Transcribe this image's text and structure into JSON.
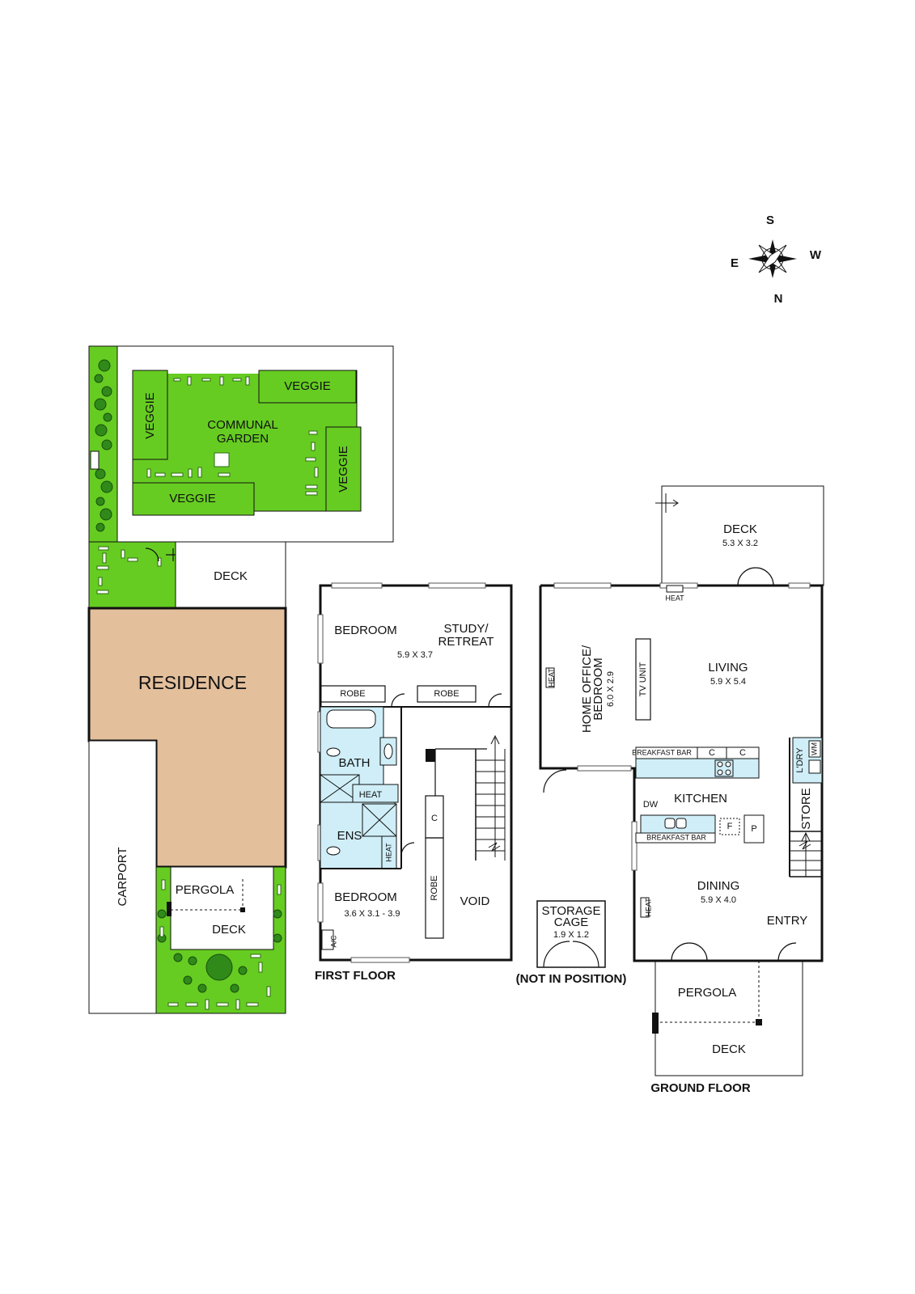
{
  "compass": {
    "s": "S",
    "e": "E",
    "w": "W",
    "n": "N"
  },
  "site": {
    "communal_garden_1": "COMMUNAL",
    "communal_garden_2": "GARDEN",
    "veggie": "VEGGIE",
    "deck": "DECK",
    "residence": "RESIDENCE",
    "carport": "CARPORT",
    "pergola": "PERGOLA"
  },
  "first_floor": {
    "title": "FIRST FLOOR",
    "bedroom1": "BEDROOM",
    "bedroom1_dim": "5.9 X 3.7",
    "study_1": "STUDY/",
    "study_2": "RETREAT",
    "robe": "ROBE",
    "bath": "BATH",
    "heat": "HEAT",
    "ens": "ENS",
    "c": "C",
    "bedroom2": "BEDROOM",
    "bedroom2_dim": "3.6 X 3.1 - 3.9",
    "void": "VOID",
    "ac": "A/C"
  },
  "storage": {
    "line1": "STORAGE",
    "line2": "CAGE",
    "dim": "1.9 X 1.2",
    "note": "(NOT IN POSITION)"
  },
  "ground_floor": {
    "title": "GROUND FLOOR",
    "deck": "DECK",
    "deck_dim": "5.3 X 3.2",
    "heat": "HEAT",
    "home_office_1": "HOME OFFICE/",
    "home_office_2": "BEDROOM",
    "home_office_dim": "6.0 X 2.9",
    "tv_unit": "TV UNIT",
    "living": "LIVING",
    "living_dim": "5.9 X 5.4",
    "breakfast_bar": "BREAKFAST BAR",
    "c": "C",
    "ldry": "L'DRY",
    "wm": "WM",
    "dw": "DW",
    "kitchen": "KITCHEN",
    "f": "F",
    "p": "P",
    "store": "STORE",
    "dining": "DINING",
    "dining_dim": "5.9 X 4.0",
    "entry": "ENTRY",
    "pergola": "PERGOLA",
    "deck2": "DECK"
  }
}
